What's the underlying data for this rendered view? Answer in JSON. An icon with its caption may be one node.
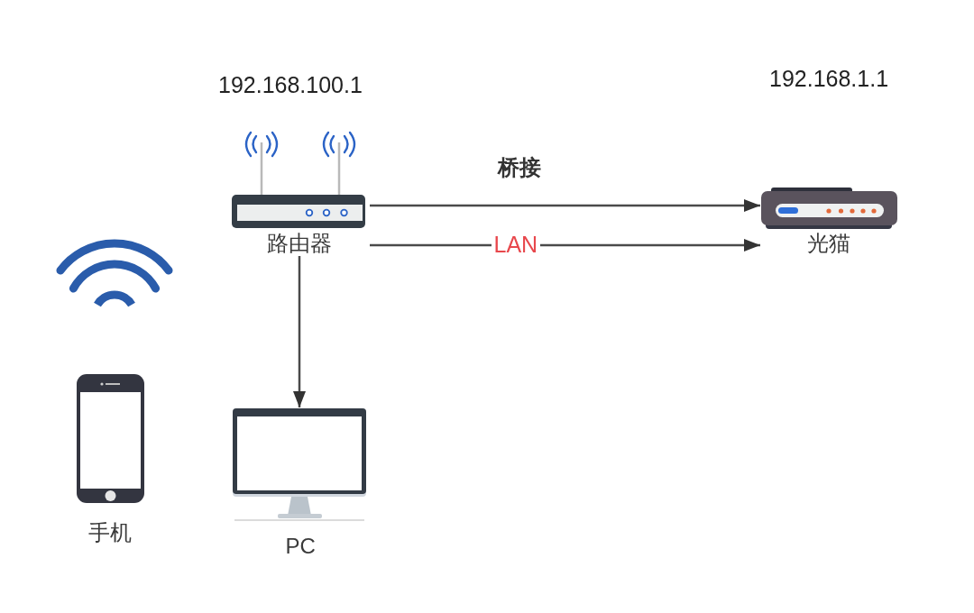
{
  "diagram": {
    "nodes": [
      {
        "text": [
          "路由器"
        ]
      },
      {
        "text": [
          "光猫"
        ]
      },
      {
        "text": [
          "PC"
        ]
      },
      {
        "text": [
          "手机"
        ]
      }
    ],
    "edges": [
      {
        "from": 0,
        "to": 1,
        "arrow": "to",
        "label": "桥接"
      },
      {
        "from": 0,
        "to": 1,
        "arrow": "to",
        "label": "LAN"
      },
      {
        "from": 0,
        "to": 2,
        "arrow": "to"
      }
    ],
    "labels": [
      "192.168.100.1",
      "192.168.1.1"
    ]
  }
}
